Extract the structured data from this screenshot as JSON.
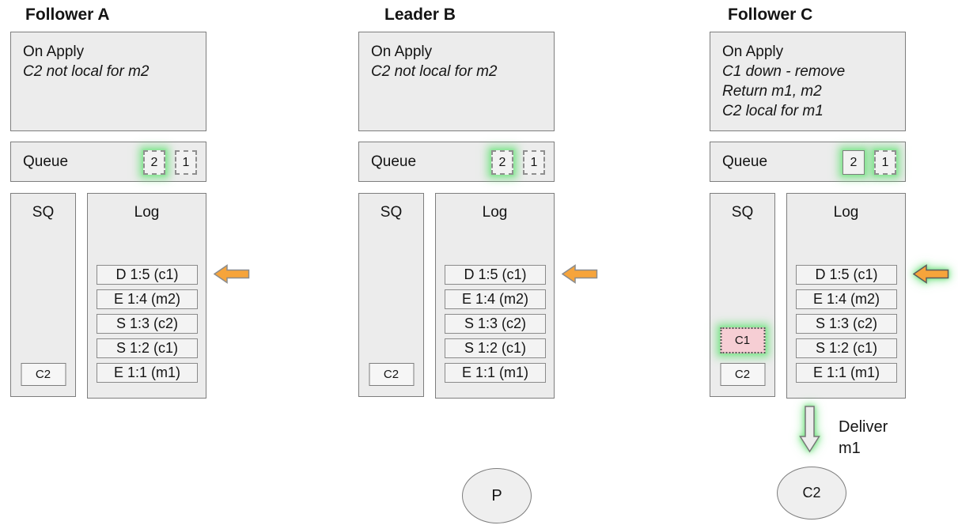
{
  "colors": {
    "box_fill": "#ececec",
    "box_border": "#7e7e7e",
    "entry_fill": "#f3f3f3",
    "glow_green": "#6ee078",
    "arrow_orange": "#f6a43b",
    "removed_pink": "#f6ced4"
  },
  "nodes": [
    {
      "title": "Follower A",
      "on_apply": {
        "header": "On Apply",
        "notes": [
          "C2 not local for m2"
        ]
      },
      "queue": {
        "label": "Queue",
        "items": [
          {
            "value": "2",
            "border": "dashed",
            "highlight": true
          },
          {
            "value": "1",
            "border": "dashed",
            "highlight": false
          }
        ]
      },
      "sq": {
        "label": "SQ",
        "items": [
          {
            "value": "C2",
            "state": "normal"
          }
        ]
      },
      "log": {
        "label": "Log",
        "entries": [
          "D 1:5 (c1)",
          "E 1:4 (m2)",
          "S 1:3 (c2)",
          "S 1:2 (c1)",
          "E 1:1 (m1)"
        ],
        "pointer": {
          "direction": "left",
          "highlight": false
        }
      }
    },
    {
      "title": "Leader B",
      "on_apply": {
        "header": "On Apply",
        "notes": [
          "C2 not local for m2"
        ]
      },
      "queue": {
        "label": "Queue",
        "items": [
          {
            "value": "2",
            "border": "dashed",
            "highlight": true
          },
          {
            "value": "1",
            "border": "dashed",
            "highlight": false
          }
        ]
      },
      "sq": {
        "label": "SQ",
        "items": [
          {
            "value": "C2",
            "state": "normal"
          }
        ]
      },
      "log": {
        "label": "Log",
        "entries": [
          "D 1:5 (c1)",
          "E 1:4 (m2)",
          "S 1:3 (c2)",
          "S 1:2 (c1)",
          "E 1:1 (m1)"
        ],
        "pointer": {
          "direction": "left",
          "highlight": false
        }
      }
    },
    {
      "title": "Follower C",
      "on_apply": {
        "header": "On Apply",
        "notes": [
          "C1 down - remove",
          "Return m1, m2",
          "C2 local for m1"
        ]
      },
      "queue": {
        "label": "Queue",
        "items": [
          {
            "value": "2",
            "border": "solid",
            "highlight": true
          },
          {
            "value": "1",
            "border": "dashed",
            "highlight": true
          }
        ]
      },
      "sq": {
        "label": "SQ",
        "items": [
          {
            "value": "C1",
            "state": "removed"
          },
          {
            "value": "C2",
            "state": "normal"
          }
        ]
      },
      "log": {
        "label": "Log",
        "entries": [
          "D 1:5 (c1)",
          "E 1:4 (m2)",
          "S 1:3 (c2)",
          "S 1:2 (c1)",
          "E 1:1 (m1)"
        ],
        "pointer": {
          "direction": "left",
          "highlight": true
        }
      },
      "deliver": {
        "line1": "Deliver",
        "line2": "m1"
      }
    }
  ],
  "clients": [
    {
      "label": "P"
    },
    {
      "label": "C2"
    }
  ]
}
